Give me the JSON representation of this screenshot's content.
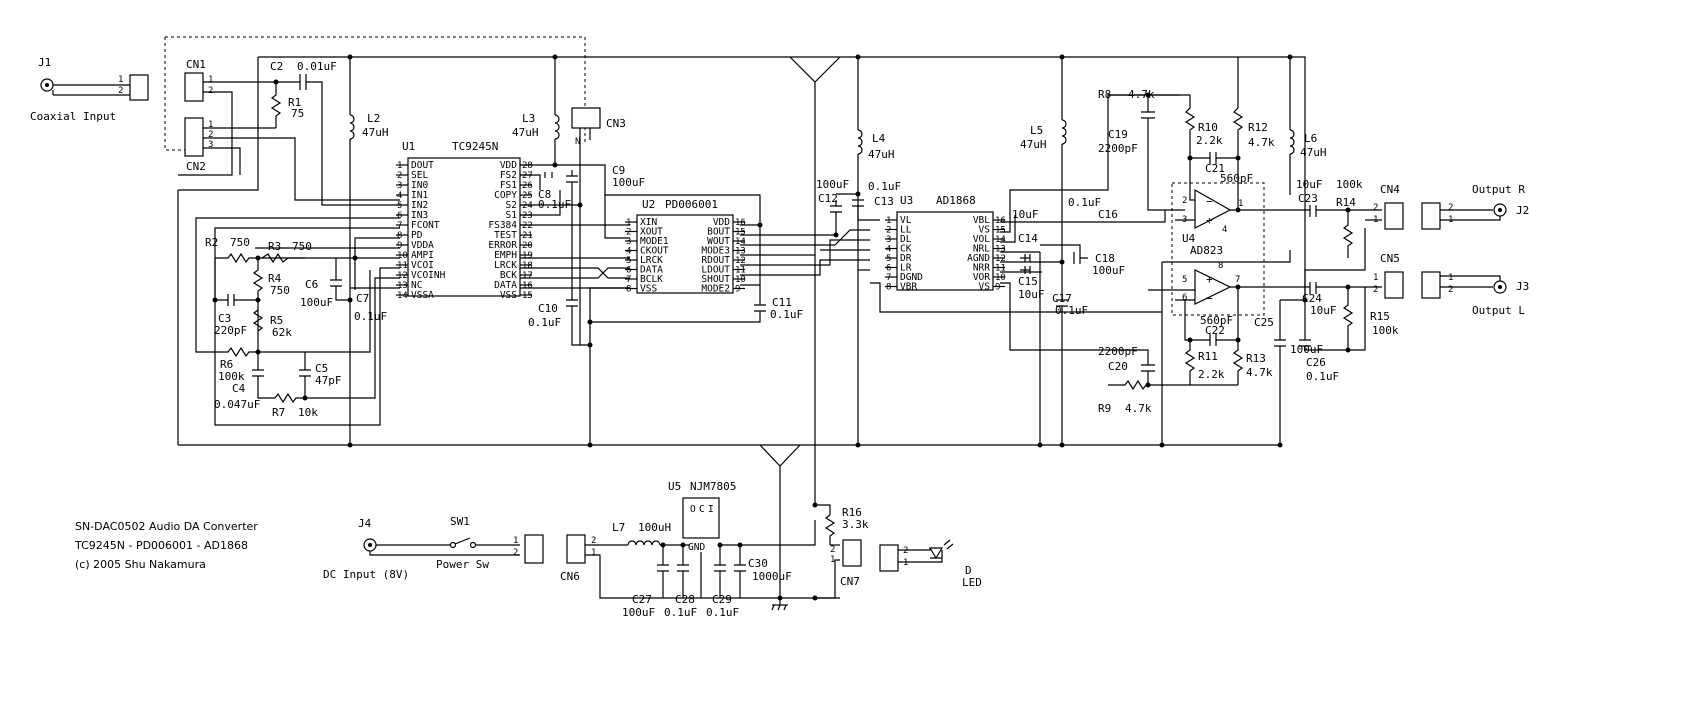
{
  "title_block": {
    "line1": "SN-DAC0502 Audio DA Converter",
    "line2": "TC9245N - PD006001 - AD1868",
    "line3": "(c) 2005 Shu Nakamura"
  },
  "labels": {
    "J1": "J1",
    "coax": "Coaxial Input",
    "CN1": "CN1",
    "CN2": "CN2",
    "CN3": "CN3",
    "CN4": "CN4",
    "CN5": "CN5",
    "CN6": "CN6",
    "CN7": "CN7",
    "C2": "C2",
    "C2v": "0.01uF",
    "R1": "R1",
    "R1v": "75",
    "L2": "L2",
    "L2v": "47uH",
    "L3": "L3",
    "L3v": "47uH",
    "L4": "L4",
    "L4v": "47uH",
    "L5": "L5",
    "L5v": "47uH",
    "L6": "L6",
    "L6v": "47uH",
    "U1": "U1",
    "U1n": "TC9245N",
    "U2": "U2",
    "U2n": "PD006001",
    "U3": "U3",
    "U3n": "AD1868",
    "U4": "U4",
    "U4n": "AD823",
    "C9": "C9",
    "C9v": "100uF",
    "C8": "C8",
    "C8v": "0.1uF",
    "R2": "R2",
    "R2v": "750",
    "R3": "R3",
    "R3v": "750",
    "R4": "R4",
    "R4v": "750",
    "R5": "R5",
    "R5v": "62k",
    "R6": "R6",
    "R6v": "100k",
    "R7": "R7",
    "R7v": "10k",
    "C3": "C3",
    "C3v": "220pF",
    "C4": "C4",
    "C4v": "0.047uF",
    "C5": "C5",
    "C5v": "47pF",
    "C6": "C6",
    "C6v": "100uF",
    "C7": "C7",
    "C7v": "0.1uF",
    "C10": "C10",
    "C10v": "0.1uF",
    "C11": "C11",
    "C11v": "0.1uF",
    "C12": "C12",
    "C12v": "100uF",
    "C13": "C13",
    "C13v": "0.1uF",
    "C14": "C14",
    "C14v": "10uF",
    "C15": "C15",
    "C15v": "10uF",
    "C16": "C16",
    "C16v": "10uF",
    "C17": "C17",
    "C17v": "0.1uF",
    "C17t": "0.1uF",
    "C18": "C18",
    "C18v": "100uF",
    "C19": "C19",
    "C19v": "2200pF",
    "C20": "C20",
    "C20v": "2200pF",
    "C21": "C21",
    "C21v": "560pF",
    "C22": "C22",
    "C22v": "560pF",
    "C23": "C23",
    "C23v": "10uF",
    "C24": "C24",
    "C24v": "10uF",
    "C25": "C25",
    "C25v": "100uF",
    "C26": "C26",
    "C26v": "0.1uF",
    "R8": "R8",
    "R8v": "4.7k",
    "R9": "R9",
    "R9v": "4.7k",
    "R10": "R10",
    "R10v": "2.2k",
    "R11": "R11",
    "R11v": "2.2k",
    "R12": "R12",
    "R12v": "4.7k",
    "R13": "R13",
    "R13v": "4.7k",
    "R14": "R14",
    "R14v": "100k",
    "R15": "R15",
    "R15v": "100k",
    "outR": "Output R",
    "J2": "J2",
    "outL": "Output L",
    "J3": "J3",
    "U5": "U5",
    "U5n": "NJM7805",
    "J4": "J4",
    "dcin": "DC Input (8V)",
    "SW1": "SW1",
    "psw": "Power Sw",
    "L7": "L7",
    "L7v": "100uH",
    "C27": "C27",
    "C27v": "100uF",
    "C28": "C28",
    "C28v": "0.1uF",
    "C29": "C29",
    "C29v": "0.1uF",
    "C30": "C30",
    "C30v": "1000uF",
    "R16": "R16",
    "R16v": "3.3k",
    "D": "D",
    "LED": "LED",
    "reg": [
      "OUT",
      "COM",
      "IN"
    ],
    "regb": "GND"
  },
  "u1_left": [
    "DOUT",
    "SEL",
    "IN0",
    "IN1",
    "IN2",
    "IN3",
    "FCONT",
    "PD",
    "VDDA",
    "AMPI",
    "VCOI",
    "VCOINH",
    "NC",
    "VSSA"
  ],
  "u1_right": [
    "VDD",
    "FS2",
    "FS1",
    "COPY",
    "S2",
    "S1",
    "FS384",
    "TEST",
    "ERROR",
    "EMPH",
    "LRCK",
    "BCK",
    "DATA",
    "VSS"
  ],
  "u1_lnum": [
    "1",
    "2",
    "3",
    "4",
    "5",
    "6",
    "7",
    "8",
    "9",
    "10",
    "11",
    "12",
    "13",
    "14"
  ],
  "u1_rnum": [
    "28",
    "27",
    "26",
    "25",
    "24",
    "23",
    "22",
    "21",
    "20",
    "19",
    "18",
    "17",
    "16",
    "15"
  ],
  "u2_left": [
    "XIN",
    "XOUT",
    "MODE1",
    "CKOUT",
    "LRCK",
    "DATA",
    "BCLK",
    "VSS"
  ],
  "u2_right": [
    "VDD",
    "BOUT",
    "WOUT",
    "MODE3",
    "RDOUT",
    "LDOUT",
    "SHOUT",
    "MODE2"
  ],
  "u2_lnum": [
    "1",
    "2",
    "3",
    "4",
    "5",
    "6",
    "7",
    "8"
  ],
  "u2_rnum": [
    "16",
    "15",
    "14",
    "13",
    "12",
    "11",
    "10",
    "9"
  ],
  "u3_left": [
    "VL",
    "LL",
    "DL",
    "CK",
    "DR",
    "LR",
    "DGND",
    "VBR"
  ],
  "u3_right": [
    "VBL",
    "VS",
    "VOL",
    "NRL",
    "AGND",
    "NRR",
    "VOR",
    "VS"
  ],
  "u3_lnum": [
    "1",
    "2",
    "3",
    "4",
    "5",
    "6",
    "7",
    "8"
  ],
  "u3_rnum": [
    "16",
    "15",
    "14",
    "13",
    "12",
    "11",
    "10",
    "9"
  ],
  "u4_pins": [
    "2",
    "3",
    "1",
    "4",
    "5",
    "6",
    "7",
    "8"
  ]
}
